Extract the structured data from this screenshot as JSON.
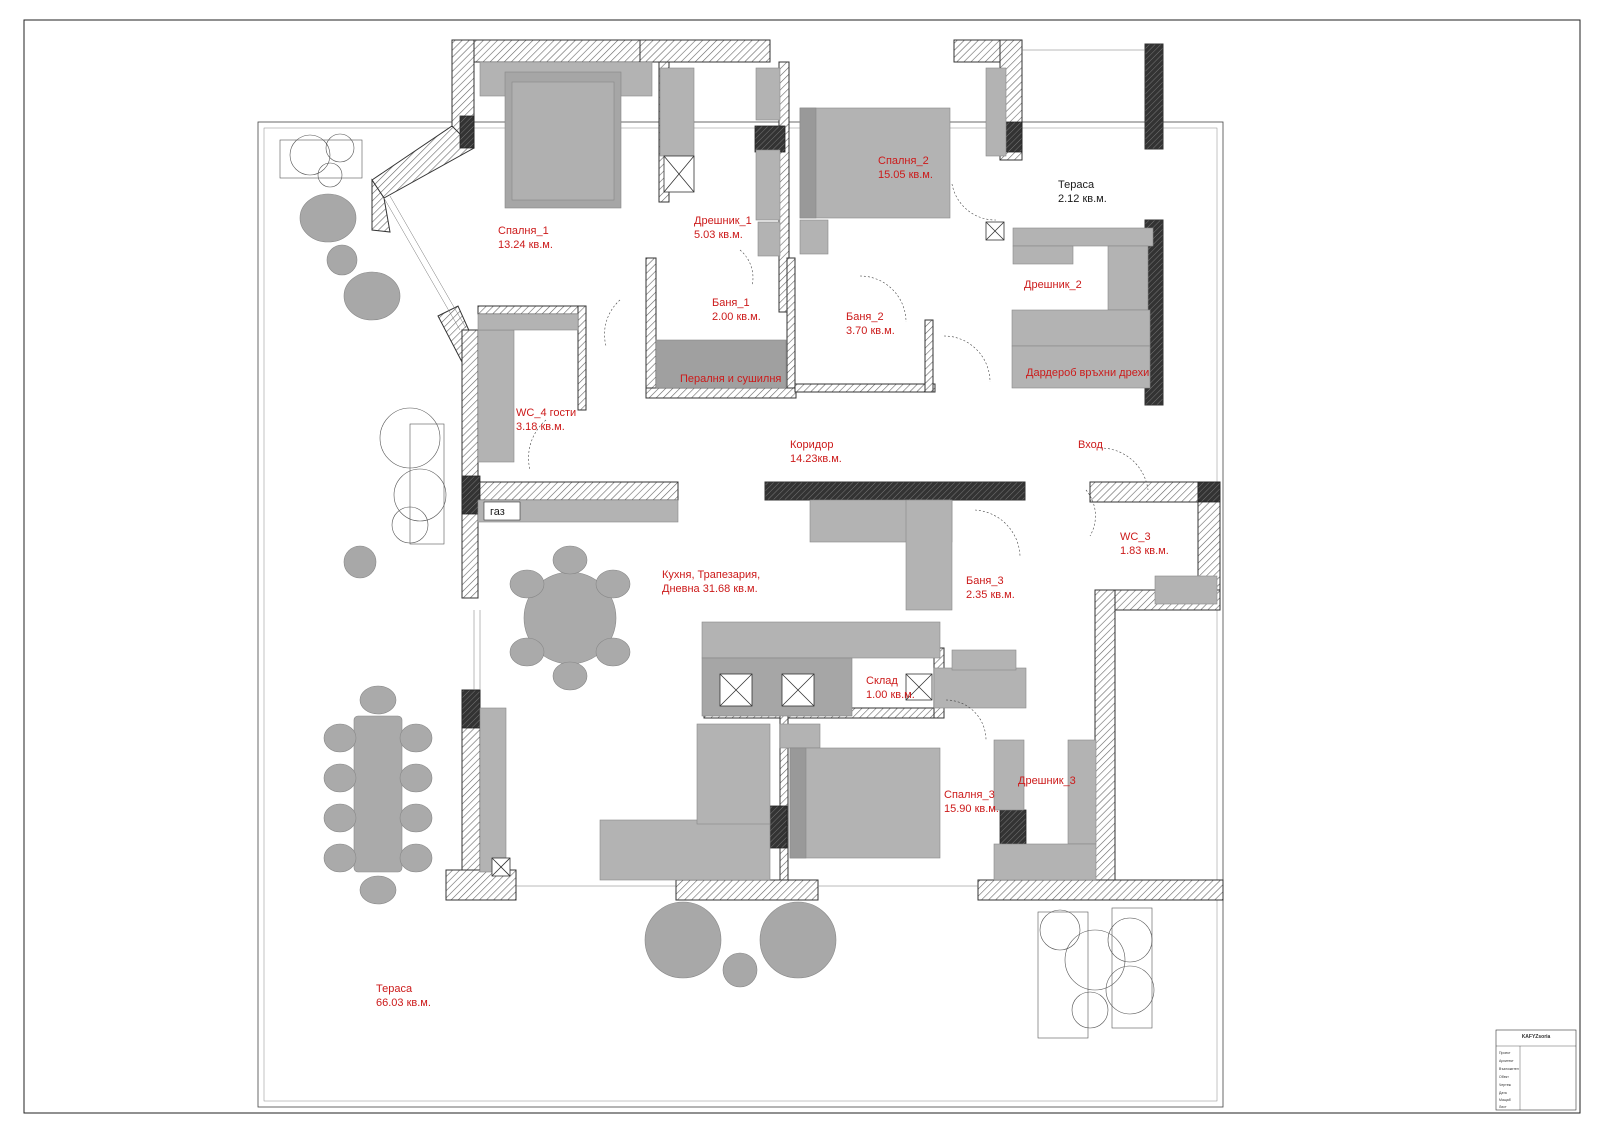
{
  "rooms": [
    {
      "id": "bedroom-1",
      "name": "Спалня_1",
      "area": "13.24 кв.м."
    },
    {
      "id": "bedroom-2",
      "name": "Спалня_2",
      "area": "15.05 кв.м."
    },
    {
      "id": "terrace-small",
      "name": "Тераса",
      "area": "2.12 кв.м."
    },
    {
      "id": "closet-1",
      "name": "Дрешник_1",
      "area": "5.03 кв.м."
    },
    {
      "id": "bath-1",
      "name": "Баня_1",
      "area": "2.00 кв.м."
    },
    {
      "id": "bath-2",
      "name": "Баня_2",
      "area": "3.70 кв.м."
    },
    {
      "id": "closet-2",
      "name": "Дрешник_2",
      "area": ""
    },
    {
      "id": "laundry",
      "name": "Пералня и сушилня",
      "area": ""
    },
    {
      "id": "outerwear",
      "name": "Дардероб връхни дрехи",
      "area": ""
    },
    {
      "id": "wc-4",
      "name": "WC_4 гости",
      "area": "3.18 кв.м."
    },
    {
      "id": "corridor",
      "name": "Коридор",
      "area": "14.23кв.м."
    },
    {
      "id": "entrance",
      "name": "Вход",
      "area": ""
    },
    {
      "id": "wc-3",
      "name": "WC_3",
      "area": "1.83 кв.м."
    },
    {
      "id": "kitchen",
      "name": "Кухня, Трапезария,",
      "area": "Дневна 31.68 кв.м."
    },
    {
      "id": "bath-3",
      "name": "Баня_3",
      "area": "2.35 кв.м."
    },
    {
      "id": "storage",
      "name": "Склад",
      "area": "1.00 кв.м."
    },
    {
      "id": "bedroom-3",
      "name": "Спалня_3",
      "area": "15.90 кв.м."
    },
    {
      "id": "closet-3",
      "name": "Дрешник_3",
      "area": ""
    },
    {
      "id": "terrace-large",
      "name": "Тераса",
      "area": "66.03 кв.м."
    }
  ],
  "gas_label": "газ",
  "title_block": {
    "company": "KAFYZsoria",
    "lines": [
      "Проект",
      "Архитект",
      "Възложител",
      "Обект",
      "Чертеж",
      "Дата",
      "Мащаб",
      "Лист"
    ]
  }
}
